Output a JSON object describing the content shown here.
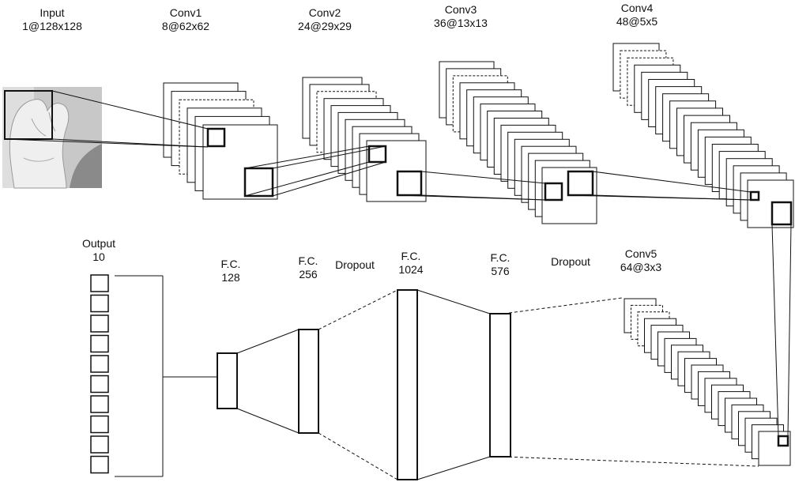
{
  "layers": {
    "input": {
      "name": "Input",
      "shape": "1@128x128"
    },
    "conv1": {
      "name": "Conv1",
      "shape": "8@62x62"
    },
    "conv2": {
      "name": "Conv2",
      "shape": "24@29x29"
    },
    "conv3": {
      "name": "Conv3",
      "shape": "36@13x13"
    },
    "conv4": {
      "name": "Conv4",
      "shape": "48@5x5"
    },
    "conv5": {
      "name": "Conv5",
      "shape": "64@3x3"
    },
    "fc576": {
      "name": "F.C.",
      "size": "576"
    },
    "fc1024": {
      "name": "F.C.",
      "size": "1024"
    },
    "fc256": {
      "name": "F.C.",
      "size": "256"
    },
    "fc128": {
      "name": "F.C.",
      "size": "128"
    },
    "output": {
      "name": "Output",
      "size": "10"
    },
    "dropout_a": {
      "name": "Dropout"
    },
    "dropout_b": {
      "name": "Dropout"
    }
  },
  "colors": {
    "stroke": "#111111",
    "fill": "#ffffff",
    "photo_bg": "#c8c8c8"
  },
  "icons": {
    "input_image": "hand-gesture-photo-icon"
  }
}
